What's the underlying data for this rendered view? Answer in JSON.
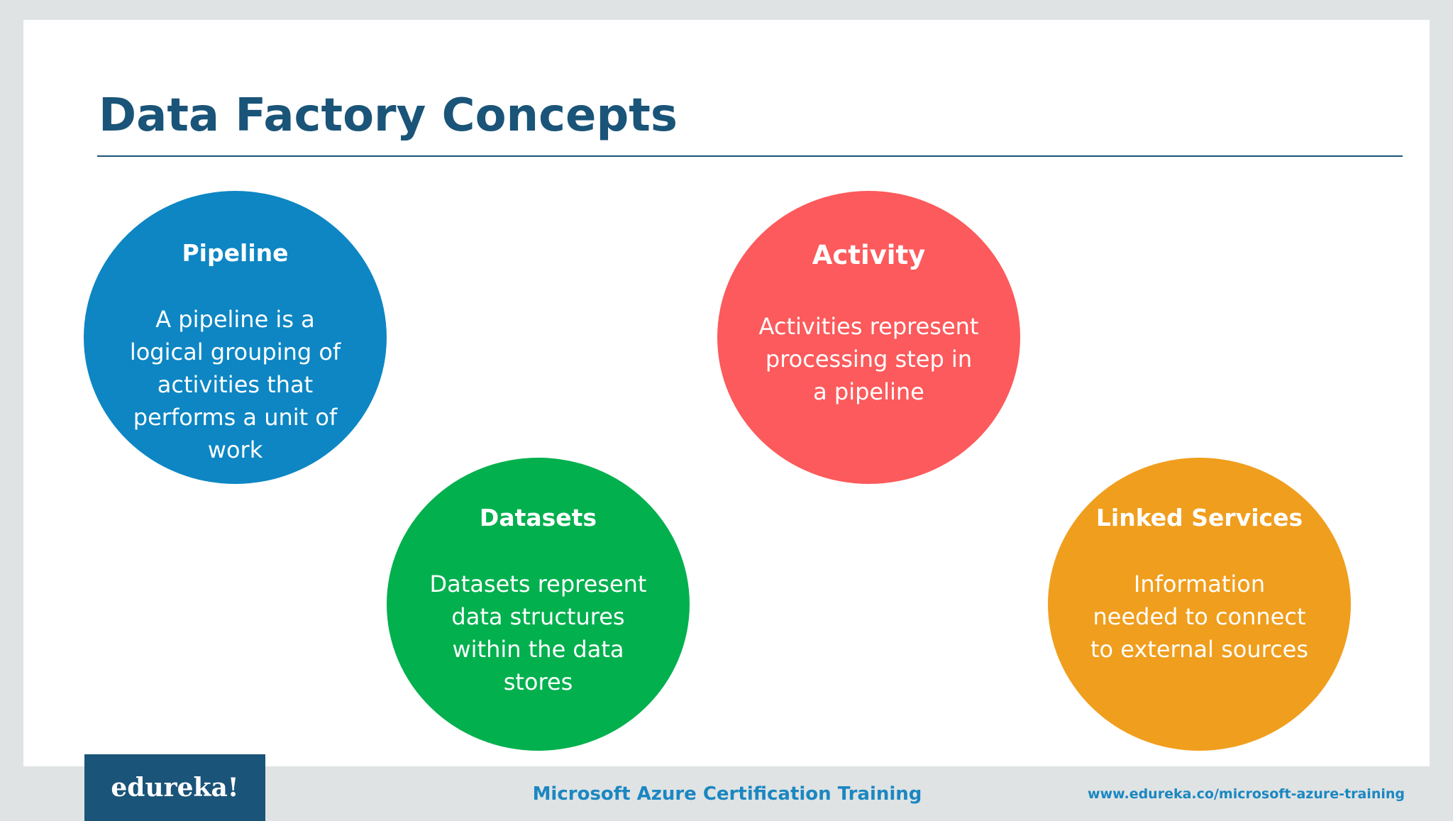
{
  "slide": {
    "title": "Data Factory Concepts"
  },
  "concepts": {
    "pipeline": {
      "title": "Pipeline",
      "description": "A pipeline is a logical grouping of activities that performs a unit of work",
      "color": "#0d86c3"
    },
    "activity": {
      "title": "Activity",
      "description": "Activities represent processing step in a pipeline",
      "color": "#fc5a5c"
    },
    "datasets": {
      "title": "Datasets",
      "description": "Datasets represent data structures within the data stores",
      "color": "#02b04e"
    },
    "linked_services": {
      "title": "Linked Services",
      "description": "Information needed to connect to external sources",
      "color": "#f09e1d"
    }
  },
  "footer": {
    "logo": "edureka!",
    "course": "Microsoft Azure Certification Training",
    "url": "www.edureka.co/microsoft-azure-training"
  },
  "colors": {
    "brand_navy": "#1a5478",
    "footer_text": "#1b87c1",
    "frame": "#dfe3e4"
  }
}
